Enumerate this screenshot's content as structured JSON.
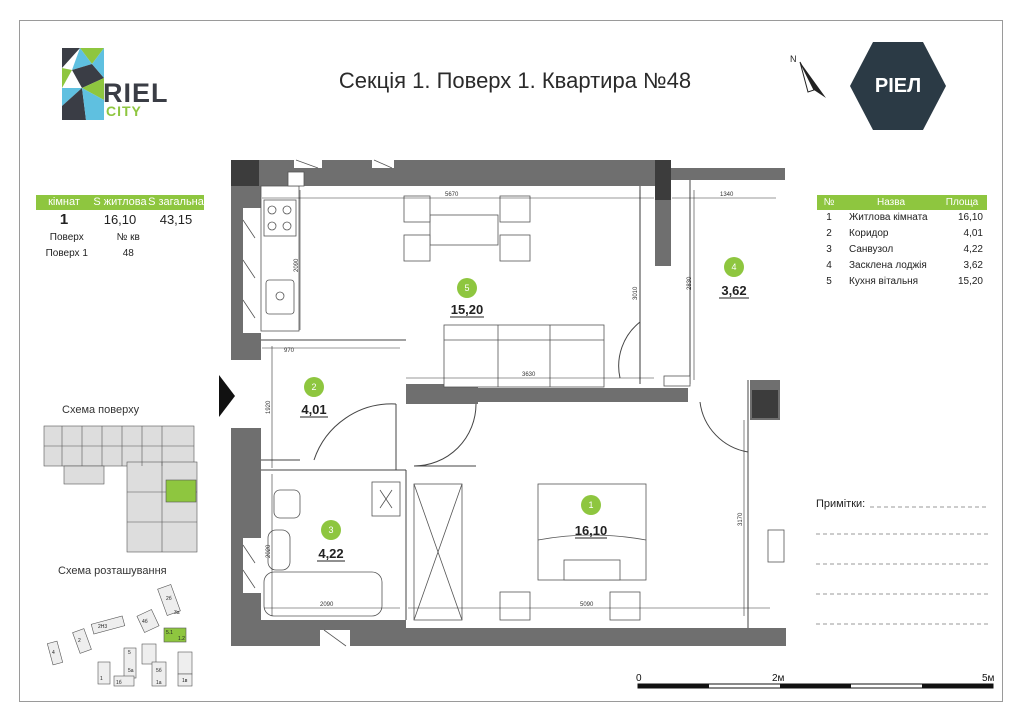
{
  "header": {
    "title": "Секція 1. Поверх 1. Квартира №48",
    "logo_line1": "RIEL",
    "logo_line2": "CITY",
    "brand_badge": "РІЕЛ",
    "north_label": "N"
  },
  "summary": {
    "headers": [
      "кімнат",
      "S житлова",
      "S загальна"
    ],
    "values": [
      "1",
      "16,10",
      "43,15"
    ],
    "sub_headers": [
      "Поверх",
      "№ кв"
    ],
    "sub_values": [
      "Поверх 1",
      "48"
    ]
  },
  "rooms_legend": {
    "headers": [
      "№",
      "Назва",
      "Площа"
    ],
    "rows": [
      {
        "num": "1",
        "name": "Житлова кімната",
        "area": "16,10"
      },
      {
        "num": "2",
        "name": "Коридор",
        "area": "4,01"
      },
      {
        "num": "3",
        "name": "Санвузол",
        "area": "4,22"
      },
      {
        "num": "4",
        "name": "Засклена лоджія",
        "area": "3,62"
      },
      {
        "num": "5",
        "name": "Кухня вітальня",
        "area": "15,20"
      }
    ]
  },
  "plan_rooms": [
    {
      "num": "1",
      "area": "16,10"
    },
    {
      "num": "2",
      "area": "4,01"
    },
    {
      "num": "3",
      "area": "4,22"
    },
    {
      "num": "4",
      "area": "3,62"
    },
    {
      "num": "5",
      "area": "15,20"
    }
  ],
  "dimensions": [
    "5670",
    "1340",
    "2090",
    "3010",
    "2830",
    "970",
    "3630",
    "1920",
    "2020",
    "2090",
    "5090",
    "3170"
  ],
  "mini_maps": {
    "floor_label": "Схема поверху",
    "site_label": "Схема розташування",
    "site_building_labels": [
      "4",
      "2",
      "2Н3",
      "4б",
      "2б",
      "3а",
      "5.1",
      "1.2",
      "5",
      "5а",
      "5б",
      "1",
      "1б",
      "1а",
      "1в"
    ]
  },
  "notes": {
    "label": "Примітки:"
  },
  "scale": {
    "labels": [
      "0",
      "2м",
      "5м"
    ]
  },
  "colors": {
    "accent": "#8ec63f",
    "wall": "#6f6f6f",
    "brand": "#2b3a45"
  }
}
